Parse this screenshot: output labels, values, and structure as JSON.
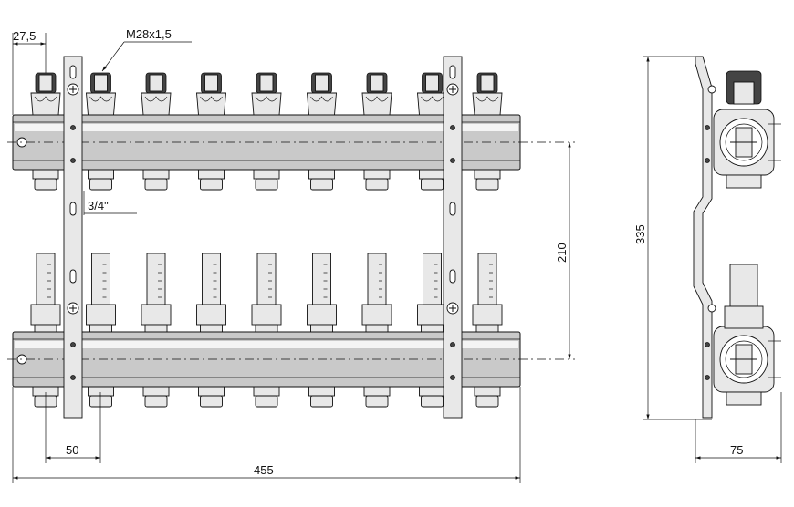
{
  "drawing": {
    "front_view": {
      "outlet_count": 9,
      "labels": {
        "end_offset": "27,5",
        "thread": "M28x1,5",
        "connection": "3/4\"",
        "pitch": "50",
        "overall_length": "455",
        "center_distance": "210"
      }
    },
    "side_view": {
      "labels": {
        "height": "335",
        "depth": "75"
      }
    }
  }
}
